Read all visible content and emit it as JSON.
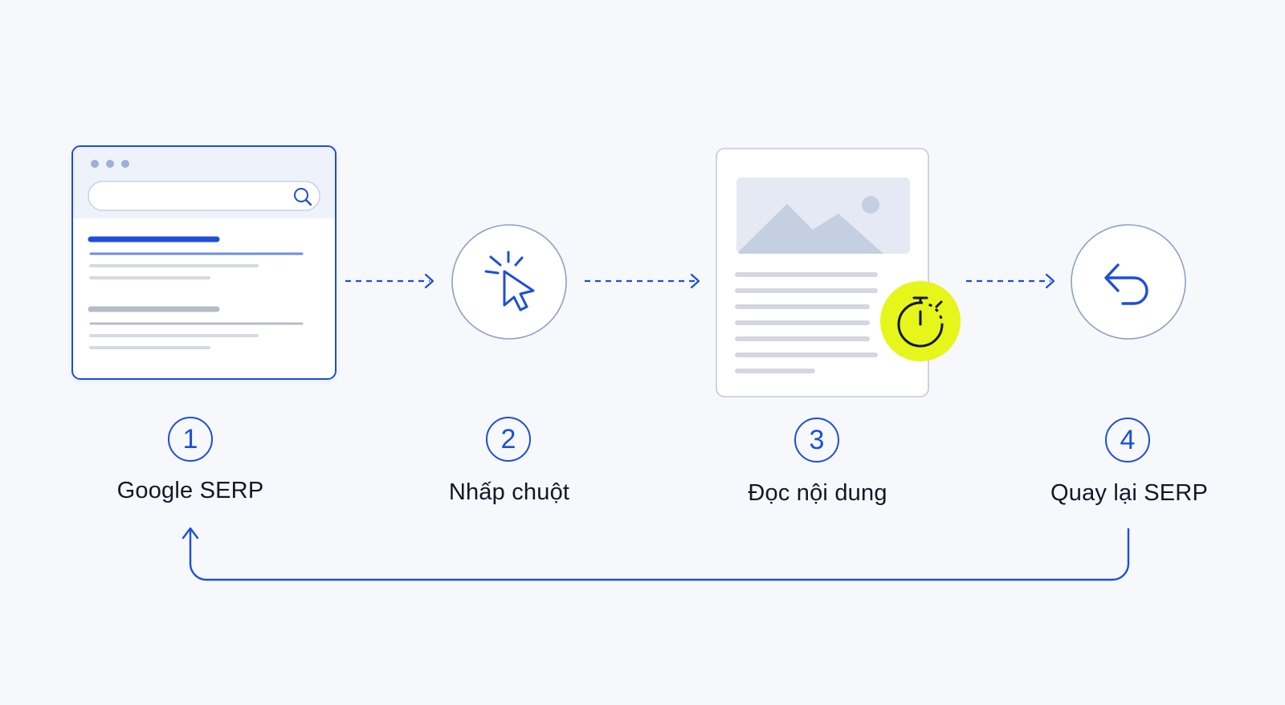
{
  "steps": [
    {
      "number": "1",
      "label": "Google SERP"
    },
    {
      "number": "2",
      "label": "Nhấp chuột"
    },
    {
      "number": "3",
      "label": "Đọc nội dung"
    },
    {
      "number": "4",
      "label": "Quay lại SERP"
    }
  ],
  "icons": {
    "browser": "browser-window-icon",
    "search": "search-icon",
    "click": "cursor-click-icon",
    "article": "article-document-icon",
    "timer": "stopwatch-icon",
    "back": "return-arrow-icon"
  },
  "colors": {
    "accent": "#1d4fd8",
    "timer_highlight": "#e6f51a",
    "background": "#f6f8fc"
  }
}
